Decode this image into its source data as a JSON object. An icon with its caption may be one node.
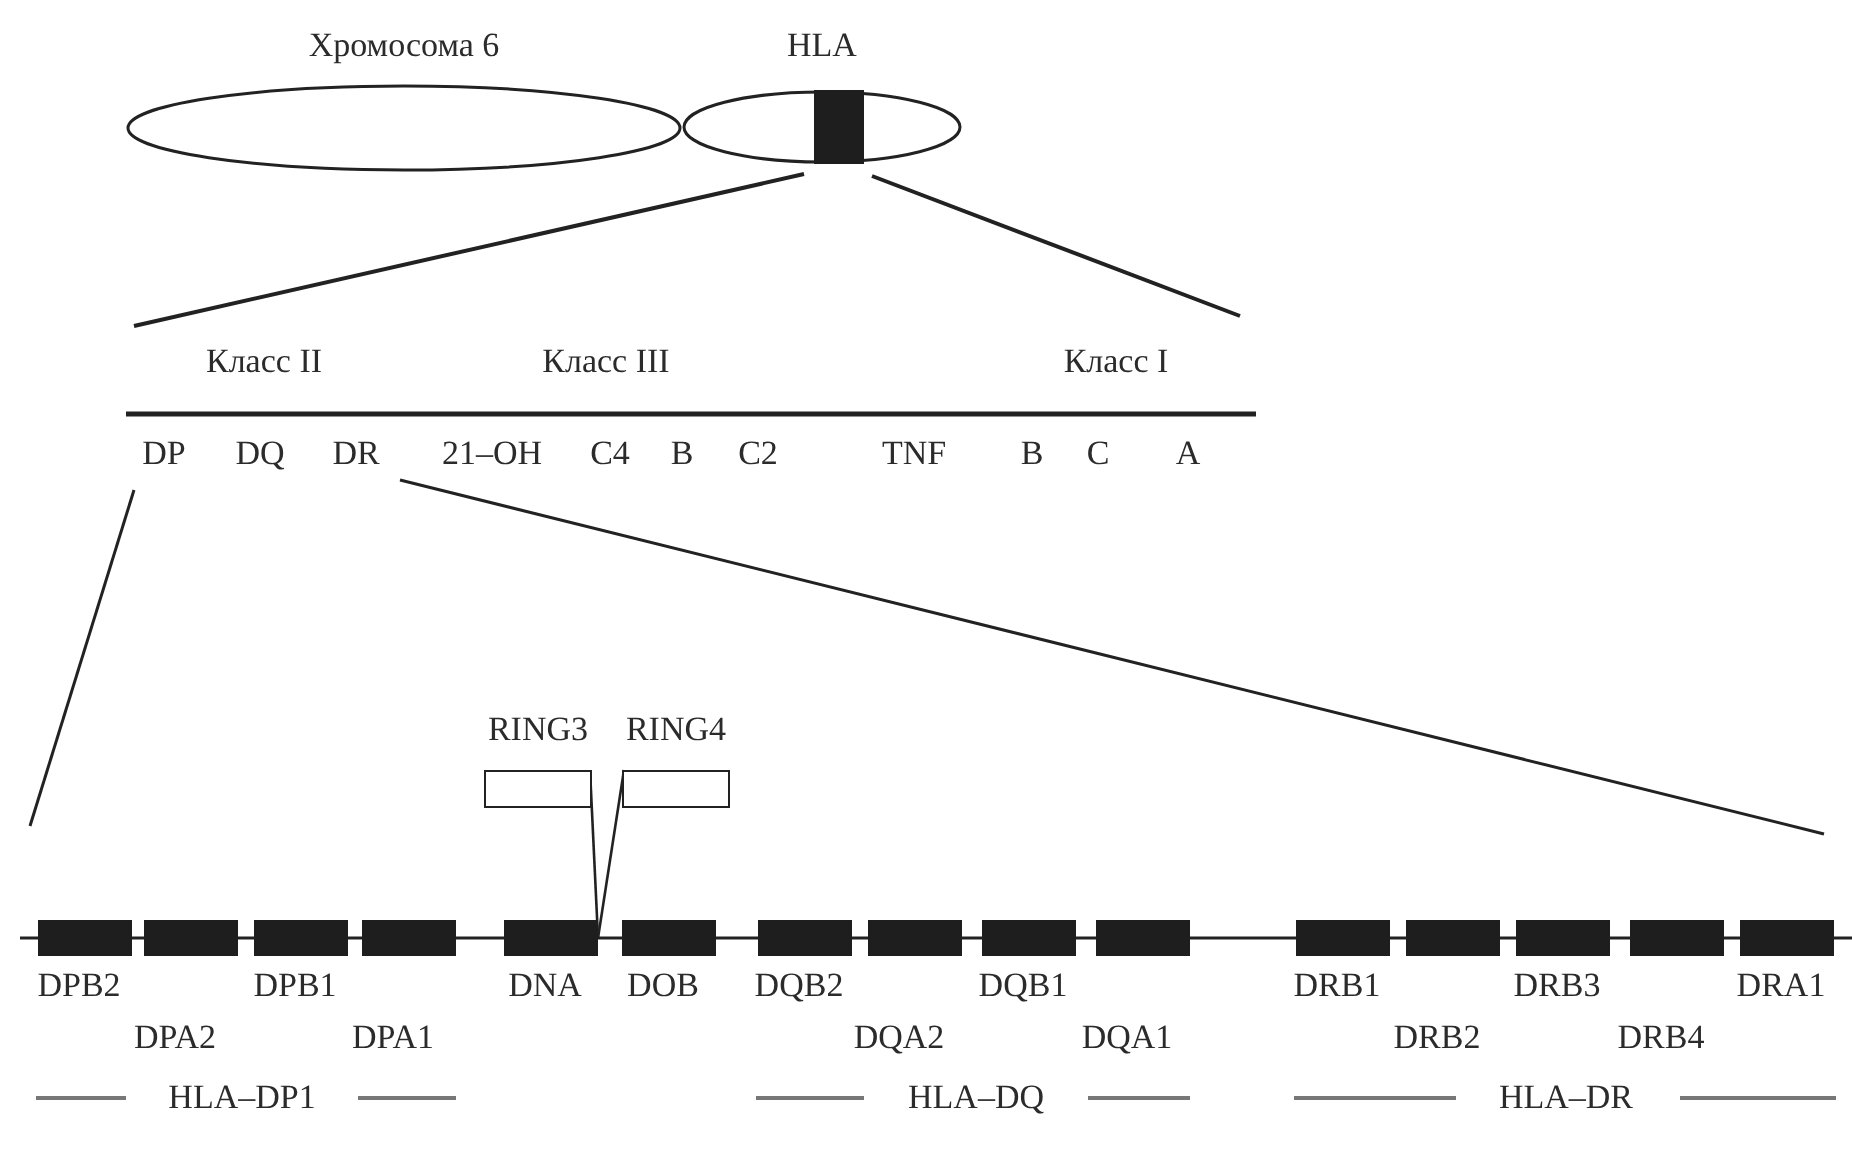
{
  "diagram": {
    "nodes": [
      {
        "text": [
          "Хромосома 6"
        ]
      },
      {
        "text": [
          "HLA"
        ]
      },
      {
        "text": [],
        "shape": "bar",
        "in": 1
      },
      {
        "text": [
          "RING3"
        ]
      },
      {
        "text": [
          "RING4"
        ]
      },
      {
        "text": [],
        "shape": "bar",
        "beside": [
          "DPB2"
        ]
      },
      {
        "text": [],
        "shape": "bar",
        "beside": [
          "DPA2"
        ]
      },
      {
        "text": [],
        "shape": "bar",
        "beside": [
          "DPB1"
        ]
      },
      {
        "text": [],
        "shape": "bar",
        "beside": [
          "DPA1"
        ]
      },
      {
        "text": [],
        "shape": "bar",
        "beside": [
          "DNA"
        ]
      },
      {
        "text": [],
        "shape": "bar",
        "beside": [
          "DOB"
        ]
      },
      {
        "text": [],
        "shape": "bar",
        "beside": [
          "DQB2"
        ]
      },
      {
        "text": [],
        "shape": "bar",
        "beside": [
          "DQA2"
        ]
      },
      {
        "text": [],
        "shape": "bar",
        "beside": [
          "DQB1"
        ]
      },
      {
        "text": [],
        "shape": "bar",
        "beside": [
          "DQA1"
        ]
      },
      {
        "text": [],
        "shape": "bar",
        "beside": [
          "DRB1"
        ]
      },
      {
        "text": [],
        "shape": "bar",
        "beside": [
          "DRB2"
        ]
      },
      {
        "text": [],
        "shape": "bar",
        "beside": [
          "DRB3"
        ]
      },
      {
        "text": [],
        "shape": "bar",
        "beside": [
          "DRB4"
        ]
      },
      {
        "text": [],
        "shape": "bar",
        "beside": [
          "DRA1"
        ]
      }
    ],
    "edges": [
      {
        "from": 3,
        "to": 9,
        "arrow": "none"
      },
      {
        "from": 4,
        "to": 9,
        "arrow": "none"
      }
    ],
    "labels": [
      "Класс II",
      "Класс III",
      "Класс I",
      "DP",
      "DQ",
      "DR",
      "21–OH",
      "C4",
      "B",
      "C2",
      "TNF",
      "B",
      "C",
      "A",
      "HLA–DP1",
      "HLA–DQ",
      "HLA–DR"
    ]
  }
}
